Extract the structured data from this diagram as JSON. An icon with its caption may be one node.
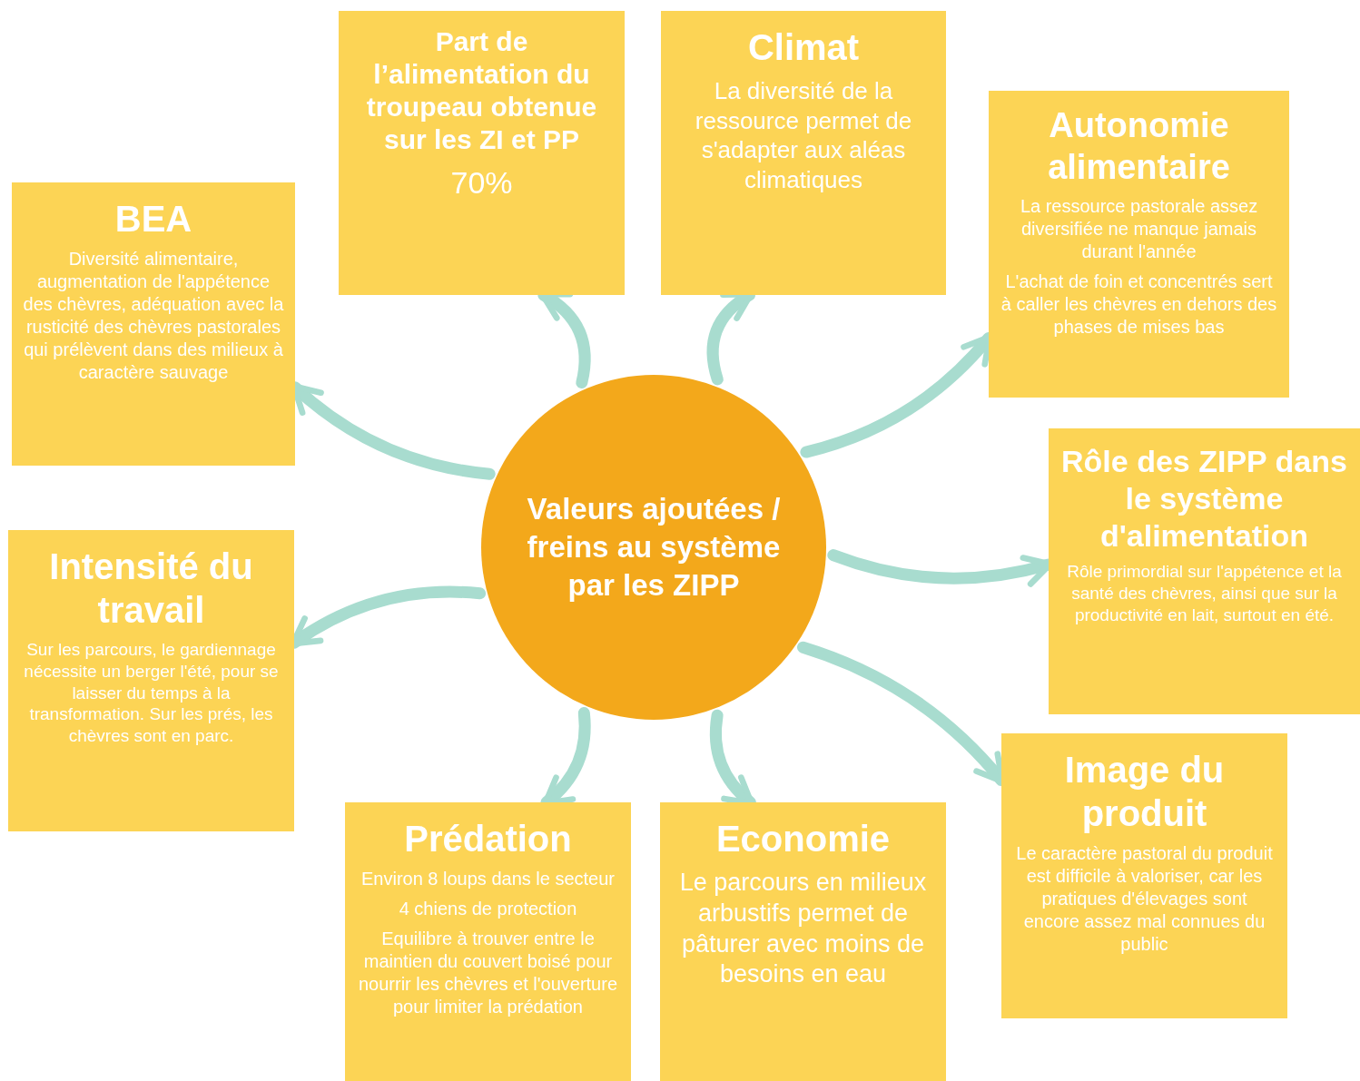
{
  "diagram": {
    "nodes": [
      {
        "text": [
          "Valeurs ajoutées / freins au système par les ZIPP"
        ]
      },
      {
        "text": [
          "Part de l’alimentation du troupeau obtenue sur les ZI et PP",
          "70%"
        ]
      },
      {
        "text": [
          "Climat",
          "La diversité de la ressource permet de s'adapter aux aléas climatiques"
        ]
      },
      {
        "text": [
          "Autonomie alimentaire",
          "La ressource pastorale assez diversifiée ne manque jamais durant l'année",
          "L'achat de foin et concentrés sert à caller les chèvres en dehors des phases de mises bas"
        ]
      },
      {
        "text": [
          "BEA",
          "Diversité alimentaire, augmentation de l'appétence des chèvres, adéquation avec la rusticité des chèvres pastorales qui prélèvent dans des milieux à caractère sauvage"
        ]
      },
      {
        "text": [
          "Rôle des ZIPP dans le système d'alimentation",
          "Rôle primordial sur l'appétence et la santé des chèvres, ainsi que sur la productivité en lait, surtout en été."
        ]
      },
      {
        "text": [
          "Intensité du travail",
          "Sur les parcours, le gardiennage nécessite un berger l'été, pour se laisser du temps à la transformation. Sur les prés, les chèvres sont en parc."
        ]
      },
      {
        "text": [
          "Image du produit",
          "Le caractère pastoral du produit est difficile à valoriser, car les pratiques d'élevages sont encore assez mal connues du public"
        ]
      },
      {
        "text": [
          "Prédation",
          "Environ 8 loups dans le secteur",
          "4 chiens de protection",
          "Equilibre à trouver entre le maintien du couvert boisé pour nourrir les chèvres et l'ouverture pour limiter la prédation"
        ]
      },
      {
        "text": [
          "Economie",
          "Le parcours en milieux arbustifs permet de pâturer avec moins de besoins en eau"
        ]
      }
    ],
    "edges": [
      {
        "from": 0,
        "to": 1,
        "arrow": "to"
      },
      {
        "from": 0,
        "to": 2,
        "arrow": "to"
      },
      {
        "from": 0,
        "to": 3,
        "arrow": "to"
      },
      {
        "from": 0,
        "to": 4,
        "arrow": "to"
      },
      {
        "from": 0,
        "to": 5,
        "arrow": "to"
      },
      {
        "from": 0,
        "to": 6,
        "arrow": "to"
      },
      {
        "from": 0,
        "to": 7,
        "arrow": "to"
      },
      {
        "from": 0,
        "to": 8,
        "arrow": "to"
      },
      {
        "from": 0,
        "to": 9,
        "arrow": "to"
      }
    ]
  }
}
